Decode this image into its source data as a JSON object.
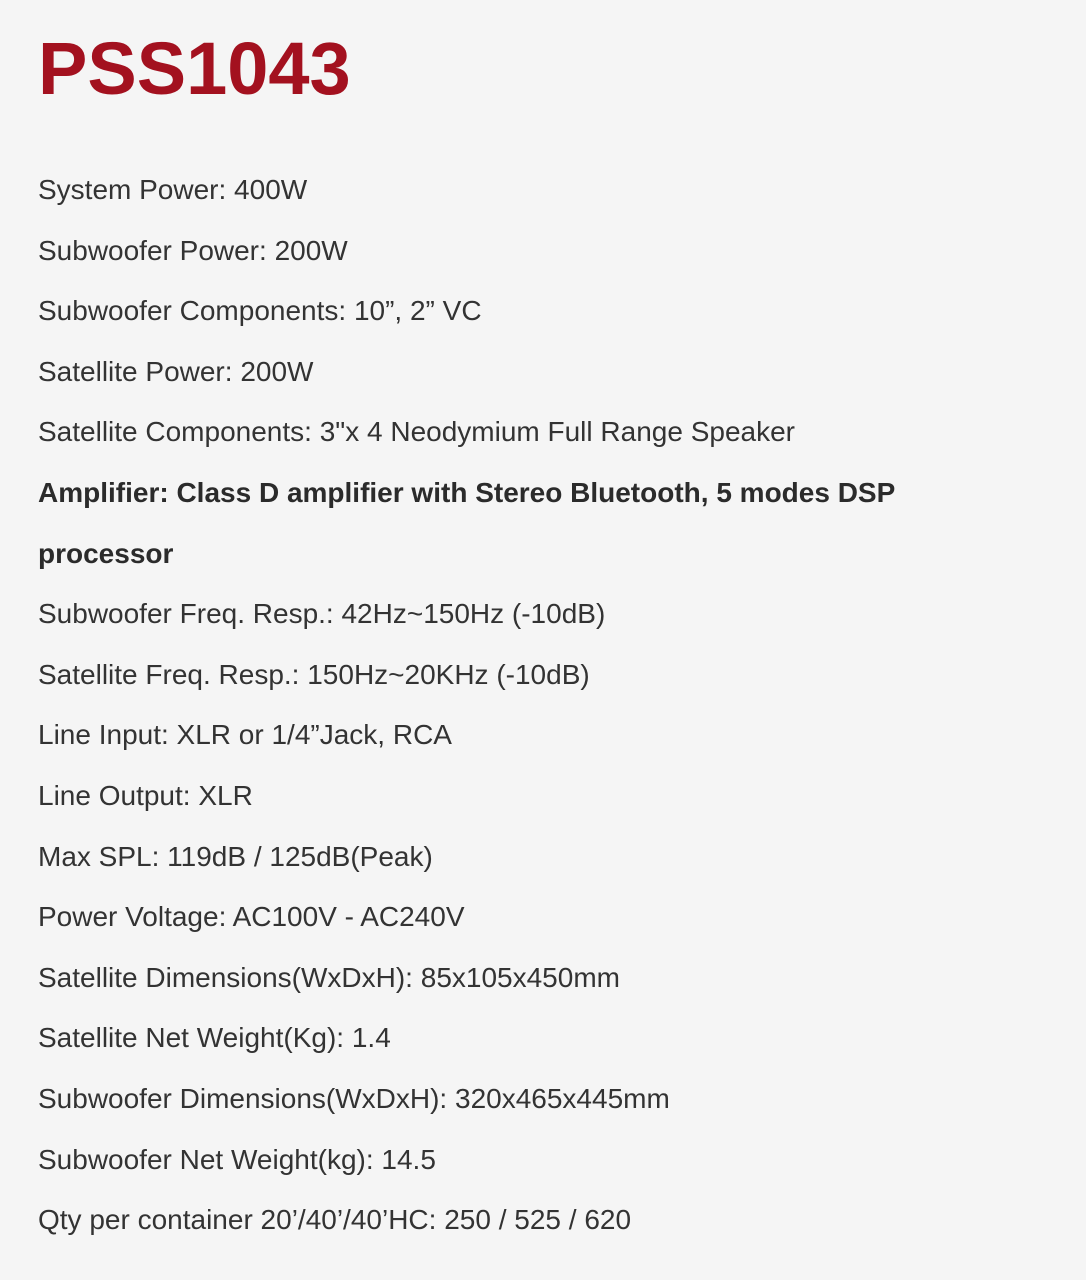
{
  "product": {
    "title": "PSS1043"
  },
  "specs": [
    {
      "text": "System Power: 400W",
      "bold": false
    },
    {
      "text": "Subwoofer Power: 200W",
      "bold": false
    },
    {
      "text": "Subwoofer Components: 10”, 2” VC",
      "bold": false
    },
    {
      "text": "Satellite Power: 200W",
      "bold": false
    },
    {
      "text": "Satellite Components: 3\"x 4 Neodymium Full Range Speaker",
      "bold": false
    },
    {
      "text": "Amplifier: Class D amplifier with Stereo Bluetooth, 5 modes DSP processor",
      "bold": true
    },
    {
      "text": "Subwoofer Freq. Resp.: 42Hz~150Hz (-10dB)",
      "bold": false
    },
    {
      "text": "Satellite Freq. Resp.: 150Hz~20KHz (-10dB)",
      "bold": false
    },
    {
      "text": "Line Input: XLR or 1/4”Jack, RCA",
      "bold": false
    },
    {
      "text": "Line Output: XLR",
      "bold": false
    },
    {
      "text": "Max SPL: 119dB / 125dB(Peak)",
      "bold": false
    },
    {
      "text": "Power Voltage: AC100V - AC240V",
      "bold": false
    },
    {
      "text": "Satellite Dimensions(WxDxH): 85x105x450mm",
      "bold": false
    },
    {
      "text": "Satellite Net Weight(Kg): 1.4",
      "bold": false
    },
    {
      "text": "Subwoofer Dimensions(WxDxH): 320x465x445mm",
      "bold": false
    },
    {
      "text": "Subwoofer Net Weight(kg): 14.5",
      "bold": false
    },
    {
      "text": "Qty per container 20’/40’/40’HC: 250 / 525 / 620",
      "bold": false
    }
  ],
  "colors": {
    "title": "#a3111f",
    "text": "#333333",
    "background": "#f5f5f5"
  }
}
